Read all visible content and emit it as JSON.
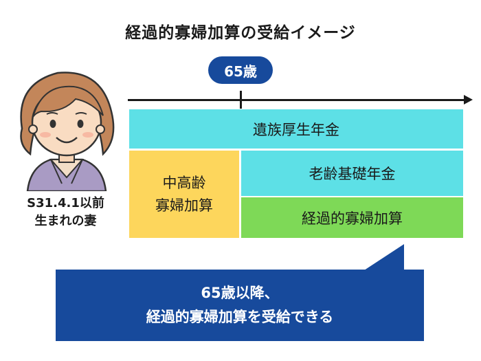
{
  "title": "経過的寡婦加算の受給イメージ",
  "timeline": {
    "age_marker": "65歳"
  },
  "person": {
    "icon": "woman-avatar",
    "label_line1": "S31.4.1以前",
    "label_line2": "生まれの妻"
  },
  "blocks": {
    "izoku": "遺族厚生年金",
    "chukorei": "中高齢\n寡婦加算",
    "rorei": "老齢基礎年金",
    "keika": "経過的寡婦加算"
  },
  "callout": {
    "line1": "65歳以降、",
    "line2": "経過的寡婦加算を受給できる"
  },
  "colors": {
    "navy": "#174a9c",
    "cyan": "#5de0e6",
    "yellow": "#fdd65c",
    "green": "#7ed957"
  }
}
